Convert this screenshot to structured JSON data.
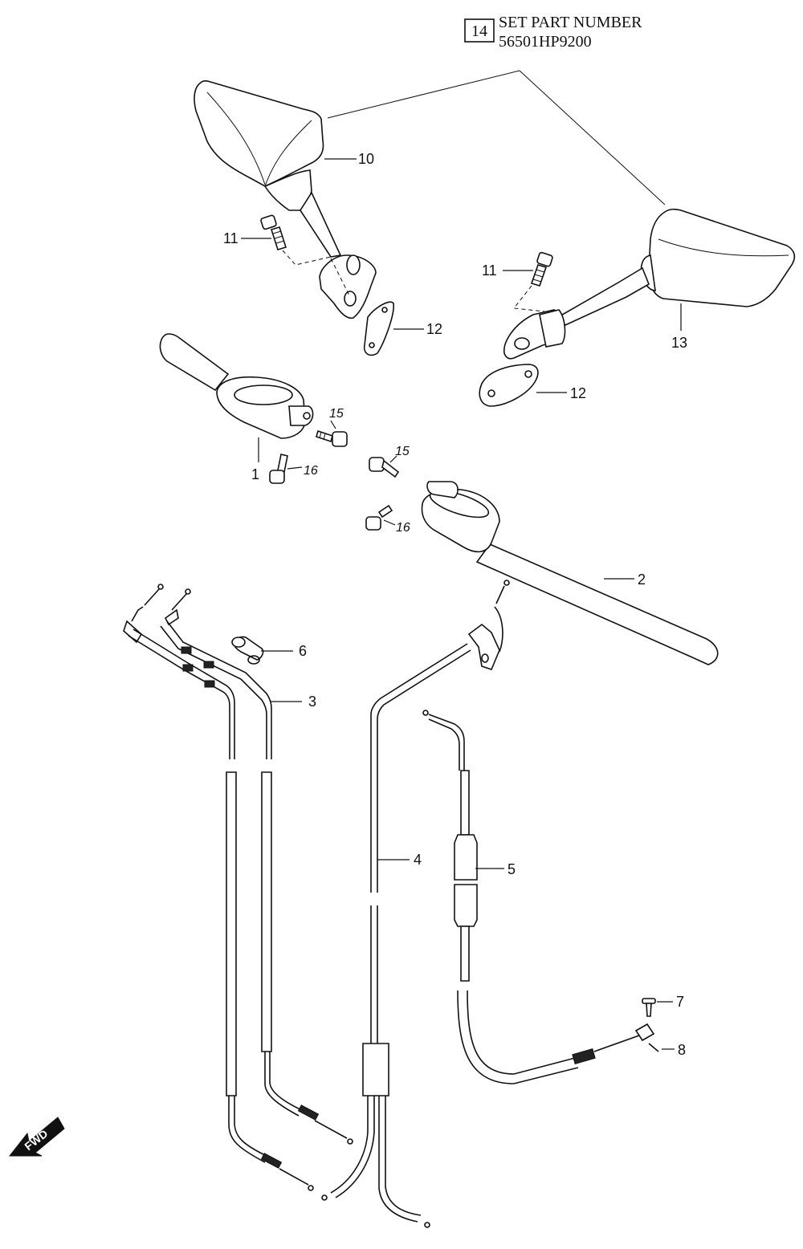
{
  "set_info": {
    "box_number": "14",
    "line1": "SET PART NUMBER",
    "line2": "56501HP9200"
  },
  "callouts": {
    "c1": "1",
    "c2": "2",
    "c3": "3",
    "c4": "4",
    "c5": "5",
    "c6": "6",
    "c7": "7",
    "c8": "8",
    "c10": "10",
    "c11a": "11",
    "c11b": "11",
    "c12a": "12",
    "c12b": "12",
    "c13": "13",
    "c15a": "15",
    "c15b": "15",
    "c16a": "16",
    "c16b": "16"
  },
  "fwd_label": "FWD"
}
